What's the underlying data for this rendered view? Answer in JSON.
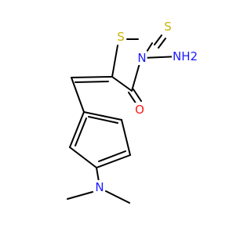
{
  "colors": {
    "bond": "#000000",
    "carbon": "#000000",
    "sulfur": "#c8b400",
    "nitrogen": "#1a1aff",
    "oxygen": "#ff1a1a",
    "background": "#ffffff"
  },
  "atoms": {
    "ring_s": {
      "label": "S",
      "element": "sulfur"
    },
    "thione_s": {
      "label": "S",
      "element": "sulfur"
    },
    "ring_n": {
      "label": "N",
      "element": "nitrogen"
    },
    "amino_n": {
      "label": "NH2",
      "element": "nitrogen"
    },
    "carbonyl_o": {
      "label": "O",
      "element": "oxygen"
    },
    "dimethylamino_n": {
      "label": "N",
      "element": "nitrogen"
    }
  }
}
